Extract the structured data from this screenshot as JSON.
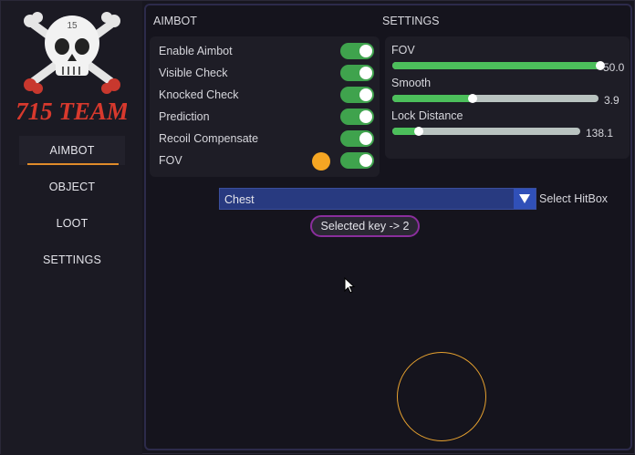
{
  "brand": {
    "name": "715 TEAM"
  },
  "sidebar": {
    "items": [
      {
        "label": "AIMBOT",
        "active": true
      },
      {
        "label": "OBJECT",
        "active": false
      },
      {
        "label": "LOOT",
        "active": false
      },
      {
        "label": "SETTINGS",
        "active": false
      }
    ]
  },
  "aimbot": {
    "title": "AIMBOT",
    "toggles": [
      {
        "label": "Enable Aimbot",
        "on": true
      },
      {
        "label": "Visible Check",
        "on": true
      },
      {
        "label": "Knocked Check",
        "on": true
      },
      {
        "label": "Prediction",
        "on": true
      },
      {
        "label": "Recoil Compensate",
        "on": true
      },
      {
        "label": "FOV",
        "on": true,
        "color": "#f5a623"
      }
    ]
  },
  "settings": {
    "title": "SETTINGS",
    "sliders": [
      {
        "label": "FOV",
        "value": "50.0",
        "fraction": 1.0
      },
      {
        "label": "Smooth",
        "value": "3.9",
        "fraction": 0.39
      },
      {
        "label": "Lock Distance",
        "value": "138.1",
        "fraction": 0.14
      }
    ]
  },
  "hitbox": {
    "value": "Chest",
    "caption": "Select HitBox"
  },
  "selected_key": "Selected key -> 2",
  "colors": {
    "accent": "#e08b2a",
    "toggle_on": "#3fa34d",
    "slider_fill": "#4cbf5b",
    "fov_color": "#f5a623",
    "dropdown": "#283a80",
    "key_border": "#8a2e9c"
  }
}
